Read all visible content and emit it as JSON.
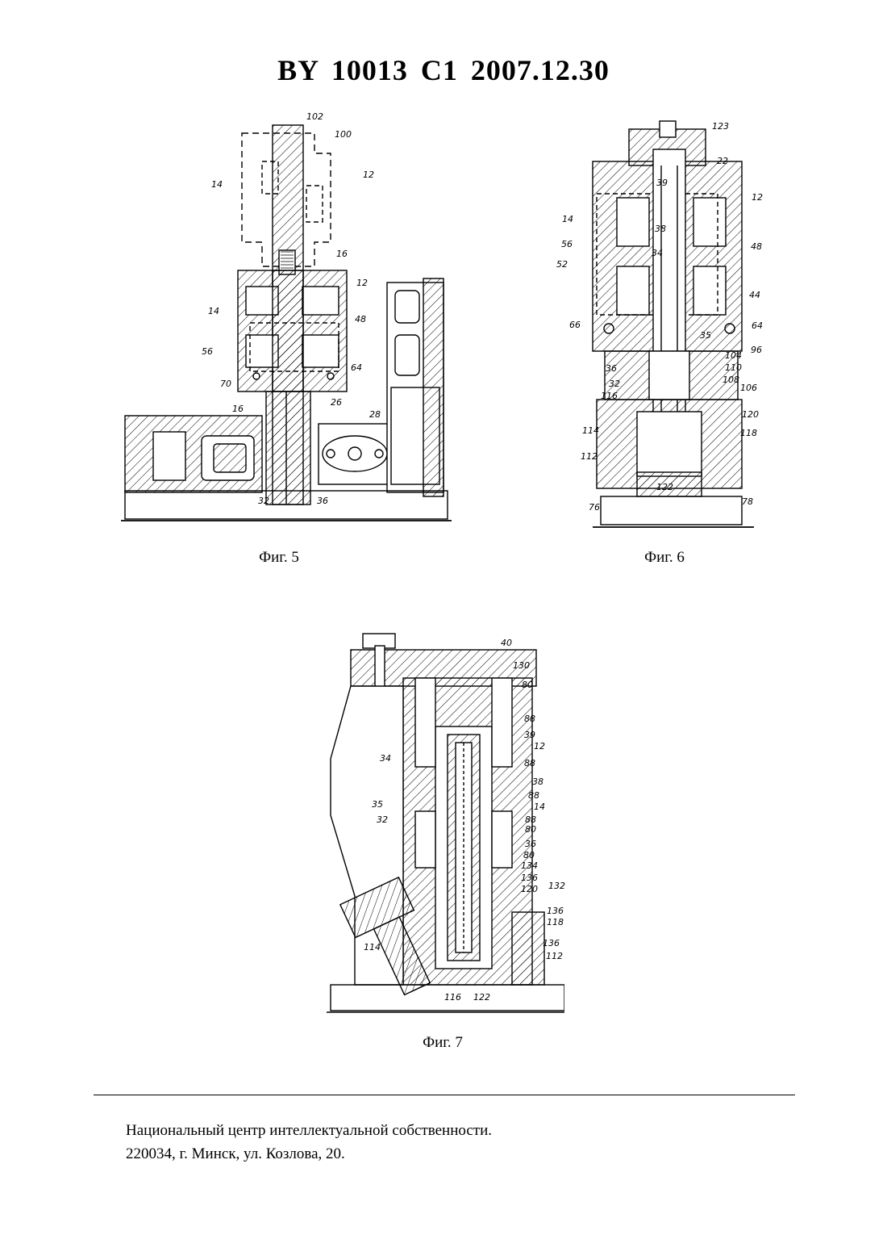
{
  "header": {
    "title": "BY  10013  C1  2007.12.30"
  },
  "figures": [
    {
      "caption": "Фиг. 5",
      "labels": [
        "102",
        "100",
        "14",
        "12",
        "16",
        "12",
        "14",
        "48",
        "56",
        "64",
        "70",
        "16",
        "26",
        "28",
        "32",
        "36"
      ]
    },
    {
      "caption": "Фиг. 6",
      "labels": [
        "123",
        "22",
        "39",
        "12",
        "14",
        "38",
        "48",
        "56",
        "52",
        "34",
        "44",
        "66",
        "64",
        "35",
        "104",
        "96",
        "36",
        "110",
        "108",
        "106",
        "32",
        "116",
        "120",
        "114",
        "118",
        "112",
        "122",
        "76",
        "78"
      ]
    },
    {
      "caption": "Фиг. 7",
      "labels": [
        "40",
        "130",
        "80",
        "88",
        "39",
        "12",
        "34",
        "88",
        "38",
        "88",
        "14",
        "35",
        "88",
        "80",
        "32",
        "36",
        "80",
        "134",
        "136",
        "132",
        "120",
        "136",
        "118",
        "114",
        "136",
        "112",
        "116",
        "122"
      ]
    }
  ],
  "footer": {
    "line1": "Национальный центр интеллектуальной собственности.",
    "line2": "220034, г. Минск, ул. Козлова, 20."
  }
}
